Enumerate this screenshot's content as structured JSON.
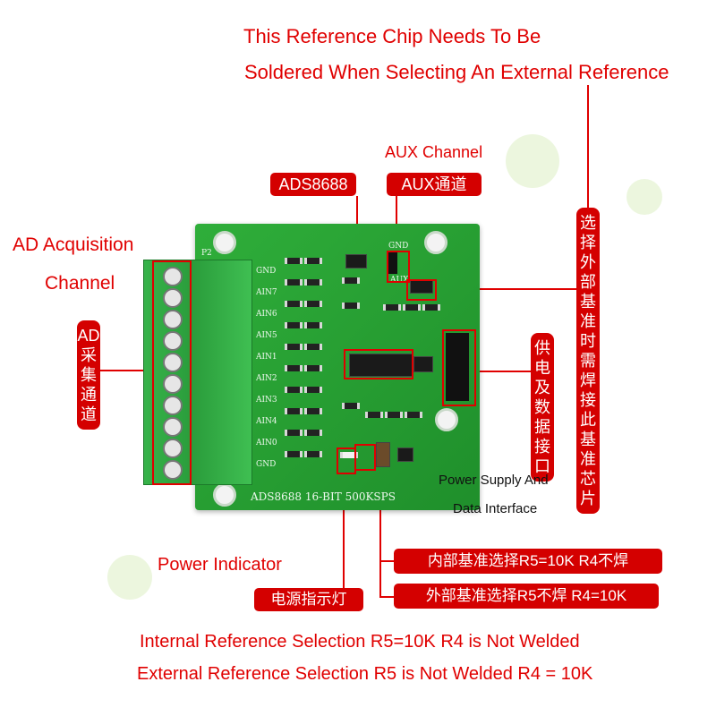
{
  "top_caption": {
    "line1": "This Reference Chip Needs To Be",
    "line2": "Soldered When Selecting An External Reference"
  },
  "aux_channel_label": "AUX Channel",
  "tags": {
    "ads8688": "ADS8688",
    "aux_channel_cn": "AUX通道",
    "power_indicator_cn": "电源指示灯",
    "internal_ref_cn": "内部基准选择R5=10K R4不焊",
    "external_ref_cn": "外部基准选择R5不焊 R4=10K"
  },
  "vertical_tags": {
    "ad_channel_cn": "AD采集通道",
    "power_data_cn": "供电及数据接口",
    "ext_ref_chip_cn": "选择外部基准时需焊接此基准芯片"
  },
  "left_labels": {
    "ad_acquisition": "AD Acquisition",
    "channel": "Channel"
  },
  "power_supply_label": {
    "line1": "Power Supply And",
    "line2": "Data Interface"
  },
  "power_indicator_label": "Power Indicator",
  "bottom_caption": {
    "line1": "Internal Reference Selection R5=10K R4 is Not Welded",
    "line2": "External Reference Selection R5 is Not Welded R4 = 10K"
  },
  "board_silk": {
    "pins": [
      "GND",
      "AIN7",
      "AIN6",
      "AIN5",
      "AIN1",
      "AIN2",
      "AIN3",
      "AIN4",
      "AIN0",
      "GND"
    ],
    "bottom_text": "ADS8688  16-BIT  500KSPS",
    "p2": "P2",
    "gnd_aux": "GND",
    "aux": "AUX"
  },
  "colors": {
    "accent_red": "#d40000",
    "pcb_green": "#2fae3a"
  }
}
